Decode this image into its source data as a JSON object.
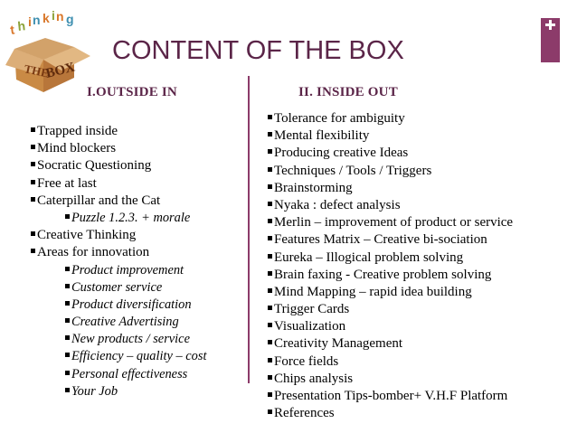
{
  "logo": {
    "icon": "thinking-outside-the-box-logo",
    "text_top": "thinking",
    "text_box_lines": [
      "THE",
      "BOX"
    ]
  },
  "accent": {
    "color": "#8c3b6a",
    "icon": "plus-icon"
  },
  "title": "CONTENT OF THE BOX",
  "columns": [
    {
      "heading": "I.OUTSIDE IN",
      "items": [
        {
          "text": "Trapped inside",
          "sub": false
        },
        {
          "text": "Mind blockers",
          "sub": false
        },
        {
          "text": "Socratic Questioning",
          "sub": false
        },
        {
          "text": "Free at last",
          "sub": false
        },
        {
          "text": "Caterpillar and the Cat",
          "sub": false
        },
        {
          "text": "Puzzle 1.2.3. + morale",
          "sub": true
        },
        {
          "text": "Creative Thinking",
          "sub": false
        },
        {
          "text": "Areas for innovation",
          "sub": false
        },
        {
          "text": "Product improvement",
          "sub": true
        },
        {
          "text": "Customer service",
          "sub": true
        },
        {
          "text": "Product diversification",
          "sub": true
        },
        {
          "text": "Creative Advertising",
          "sub": true
        },
        {
          "text": "New products / service",
          "sub": true
        },
        {
          "text": "Efficiency – quality – cost",
          "sub": true
        },
        {
          "text": "Personal effectiveness",
          "sub": true
        },
        {
          "text": "Your Job",
          "sub": true
        }
      ]
    },
    {
      "heading": "II. INSIDE OUT",
      "items": [
        {
          "text": "Tolerance for ambiguity",
          "sub": false
        },
        {
          "text": "Mental flexibility",
          "sub": false
        },
        {
          "text": "Producing creative Ideas",
          "sub": false
        },
        {
          "text": "Techniques / Tools / Triggers",
          "sub": false
        },
        {
          "text": "Brainstorming",
          "sub": false
        },
        {
          "text": "Nyaka : defect analysis",
          "sub": false
        },
        {
          "text": "Merlin – improvement of product or service",
          "sub": false
        },
        {
          "text": "Features Matrix – Creative bi-sociation",
          "sub": false
        },
        {
          "text": "Eureka – Illogical problem solving",
          "sub": false
        },
        {
          "text": "Brain faxing - Creative problem solving",
          "sub": false
        },
        {
          "text": "Mind Mapping – rapid idea building",
          "sub": false
        },
        {
          "text": "Trigger Cards",
          "sub": false
        },
        {
          "text": "Visualization",
          "sub": false
        },
        {
          "text": "Creativity Management",
          "sub": false
        },
        {
          "text": "Force fields",
          "sub": false
        },
        {
          "text": "Chips analysis",
          "sub": false
        },
        {
          "text": "Presentation Tips-bomber+ V.H.F Platform",
          "sub": false
        },
        {
          "text": "References",
          "sub": false
        }
      ]
    }
  ]
}
